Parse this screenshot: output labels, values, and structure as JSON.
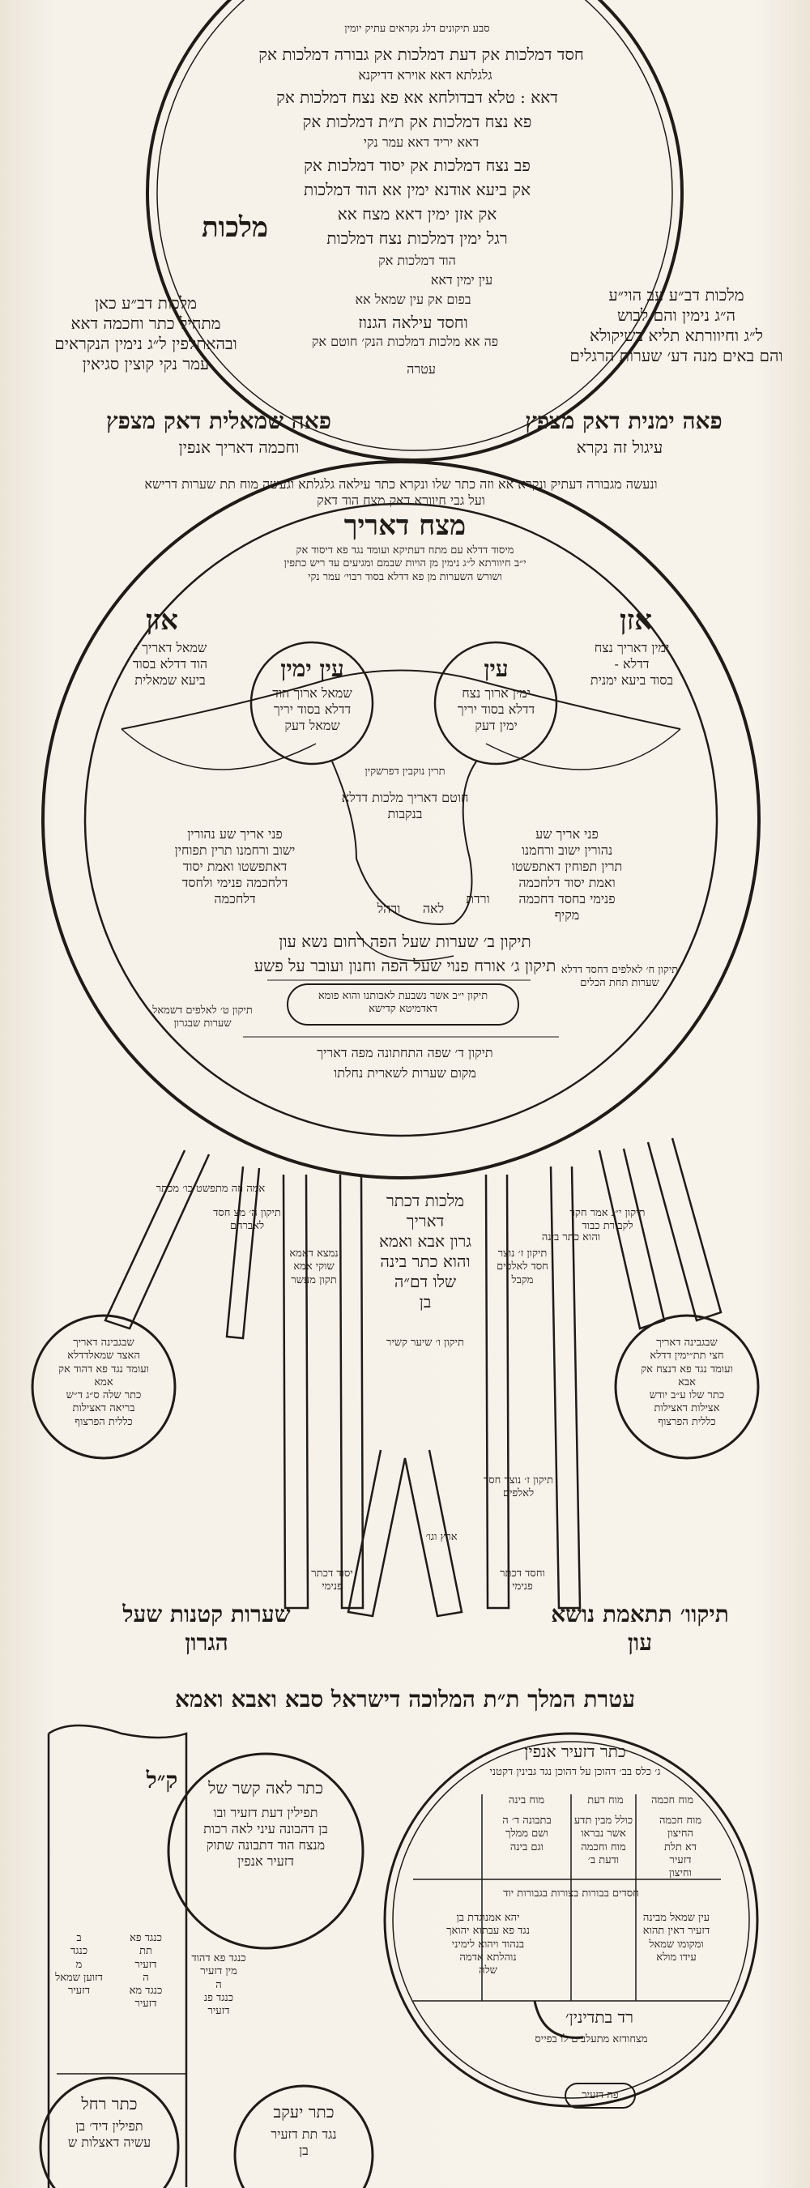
{
  "top_circle": {
    "header": "סבע תיקונים דלג נקראים עתיק יומין",
    "lines": [
      "חסד דמלכות אק  דעת דמלכות אק  גבורה דמלכות אק",
      "גלגלתא דאא   אוירא דדיקנא",
      "דאא : טלא דבדולחא אא פא  נצח דמלכות אק",
      "פא  נצח דמלכות אק  ת״ת דמלכות אק",
      "דאא יריד דאא  עמר נקי",
      "פב  נצח דמלכות אק  יסוד דמלכות אק",
      "אק  ביעא אודנא ימין אא  הוד דמלכות",
      "אק אזן ימין דאא  מצח אא",
      "רגל ימין דמלכות  נצח דמלכות",
      "הוד דמלכות אק",
      "עין ימין דאא",
      "בפום אק עין שמאל אא",
      "מלכות",
      "וחסד עילאה הגנוז",
      "פה אא מלכות דמלכות הנק׳ חוטם אק"
    ],
    "bottom_label": "עטרה"
  },
  "side_texts": {
    "left": "מלכות דב״ע כאן\nמתחיל כתר וחכמה דאא\nובהאתלפין ל״ג נימין הנקראים\nעמר נקי קוצין סגיאין",
    "right": "מלכות דב״ע עב הוי״ע\nה״ג נימין והם לבוש\nל״ג וחיוורתא תליא בשיקולא\nוהם באים מנה דע׳ שערות הרגלים"
  },
  "headers": {
    "left": "פאה שמאלית דאק מצפץ",
    "left_sub": "וחכמה דאריך אנפין",
    "right": "פאה ימנית דאק מצפץ",
    "right_sub": "עיגול זה נקרא"
  },
  "big_circle": {
    "ring_text": "ונעשה מגבורה דעתיק ונקרא אא וזה כתר שלו ונקרא כתר עילאה  גלגלתא וגעשה מוח תת שערות דרישא ועל גבי חיוורא דאק מצח הוד דאק",
    "mezach": "מצח דאריך",
    "mezach_text": "מיסוד דדלא עם מתח דעתיקא ועומד נגד פא דיסוד אק\nי״ב חיוורתא ל״ג נימין מן הויות שבמם ומגיעים עד ריש כתפין\nושורש השערות מן פא דדלא בסוד רבוי׳ עמר נקי",
    "ozen_right_title": "אזן",
    "ozen_right_text": "ימין דאריך נצח\nדדלא -\nבסוד ביעא ימנית",
    "ozen_left_title": "אזן",
    "ozen_left_text": "שמאל דאריך -\nהוד דדלא בסוד\nביעא שמאלית",
    "eye_right_title": "עין",
    "eye_right_text": "ימין ארוך נצח\nדדלא בסוד יריך\nימין דעק",
    "eye_left_title": "עין ימין",
    "eye_left_text": "שמאל ארוך הוד\nדדלא בסוד יריך\nשמאל דעק",
    "between_eyes": "תרין נוקבין דפרשקין",
    "nose": "חוטם דאריך מלכות דדלא\nבנקבות",
    "cheek_right": "פני אריך שע\nנהורין ישוב ורחמנו\nתרין תפוחין דאתפשטו\nואמת יסוד דלחכמה\nפנימי בחסד דחכמה\nמקיף",
    "cheek_left": "פני אריך שע נהורין\nישוב ורחמנו תרין תפוחין\nדאתפשטו ואמת יסוד\nדלחכמה פנימי ולחסד\nדלחכמה",
    "vrtl_right": "ורדת",
    "vrtl_left": "ורהל",
    "lea": "לאה",
    "tikkun_line_1": "תיקון ב׳ שערות שעל הפה רחום נשא עון",
    "tikkun_line_2": "תיקון ג׳ אורח פנוי שעל הפה וחנון ועובר על פשע",
    "mouth": "תיקון י״ב אשר נשבעת לאבותנו והוא פומא דאדמיטא קדישא",
    "lower_1": "תיקון ד׳ שפה התחתונה מפה דאריך",
    "lower_2": "מקום שערות לשארית נחלתו",
    "side_right": "תיקון ח׳ לאלפים דחסד דדלא\nשערות תחת הכלים",
    "side_left": "תיקון ט׳ לאלפים דשמאל\nשערות שבגרון"
  },
  "strands": {
    "s1": "אמה וזה מתפשט כו׳ מכתר",
    "s2": "תיקון י״ג אמר חקר לקבורת כבוד",
    "s3": "תיקון ה׳ מצ חסד לאברהם",
    "s4": "והוא כתר בינה",
    "s5": "מלכות דכתר דאריך\nגרון אבא ואמא\nוהוא כתר בינה\nשלו דם״ה\nבן",
    "s6": "תיקון ו׳ שיער קשיר",
    "s7": "תיקון ז׳ נוצר חסד לאלפים",
    "s8": "ארץ וגו׳",
    "bottom_left": "וחסד דכתר\nפנימי",
    "bottom_mid_left": "יסוד דכתר\nפנימי",
    "v_left": "נמצא דאמא שוקי אמא תקון מעשר",
    "v_right": "תיקון ז׳ נוצר חסד לאלפים מקבל"
  },
  "small_circles": {
    "left": "שבגבינה דאריך\nהאצד שמאלדדלא\nועומד נגד פא דהוד אק\nאמא\nכתר שלה ס״ג  ד״ש\nבריאה דאצילות\nכללית הפרצוף",
    "right": "שבגבינה דאריך\nחצי תת״ימין דדלא\nועומד נגד פא דנצח אק\nאבא\nכתר שלו ע״ב יודש\nאצילות דאצילות\nכללית הפרצוף"
  },
  "bottom_titles": {
    "left": "שערות קטנות שעל\nהגרון",
    "right": "תיקוו׳ תתאמת נושא\nעון",
    "crown": "עטרת המלך ת״ת המלוכה דישראל סבא ואבא ואמא"
  },
  "bottom_section": {
    "flag_letter": "ק״ל",
    "circle_a_title": "כתר לאה קשר של",
    "circle_a_text": "תפילין דעת דזעיר ובו\nבן דהבונה עיני לאה רכות\nמנצח הוד דתבונה שתוק\nדזעיר אנפין",
    "circle_b_title": "כתר רחל",
    "circle_b_text": "תפילין דיד׳ בן\nעשיה דאצלות ש",
    "circle_c_title": "כתר יעקב",
    "circle_c_text": "נגד תת דזעיר\nבן",
    "col1": "ב\nכנגד\nמ\nדזוען שמאל\nדזעיר",
    "col2": "כנגד פא\nתת\nדזעיר\nה\nכנגד מא\nדזעיר",
    "col3": "כנגד פא דהוד\nמין דזעיר\nה\nכנגד פנ\nדזעיר",
    "right_circle_title": "כתר דזעיר אנפין",
    "right_circle_sub": "ג׳ כלס בב׳ דהוכן על דהוכן נגד גבינין דקטני",
    "rc1": "מוח חכמה",
    "rc2": "מוח דעת",
    "rc3": "מוח בינה",
    "rc_text_1": "מוח חכמה\nהחיצון\nדא תלת\nדזעיר\nוחיצון",
    "rc_text_2": "כולל מבין תדע\nאשר נבראו\nמוח וחכמה\nודעת ב׳",
    "rc_text_3": "בתבונה ד׳ ה\nושם ממלך\nוגם בינה",
    "rc_row": "חסדים  בבורות  בצורות  בגבורות  יוד",
    "rc_bottom": "רד בתדינין׳",
    "rc_bottom_text": "מצחודזא מתעלבים לו בפייס",
    "rc_small": "פה דזעיר",
    "rc_left_text": "יהא אמנוגדת בן\nנגד פא עבתוא יהואך\nבנהוד ויהוא לימיני\nנוהלתא אדמה\nשלה",
    "rc_right_text": "עין שמאל מבינה\nדזעיר דאין תהוא\nומקומו שמאל\nעידו מולא"
  }
}
